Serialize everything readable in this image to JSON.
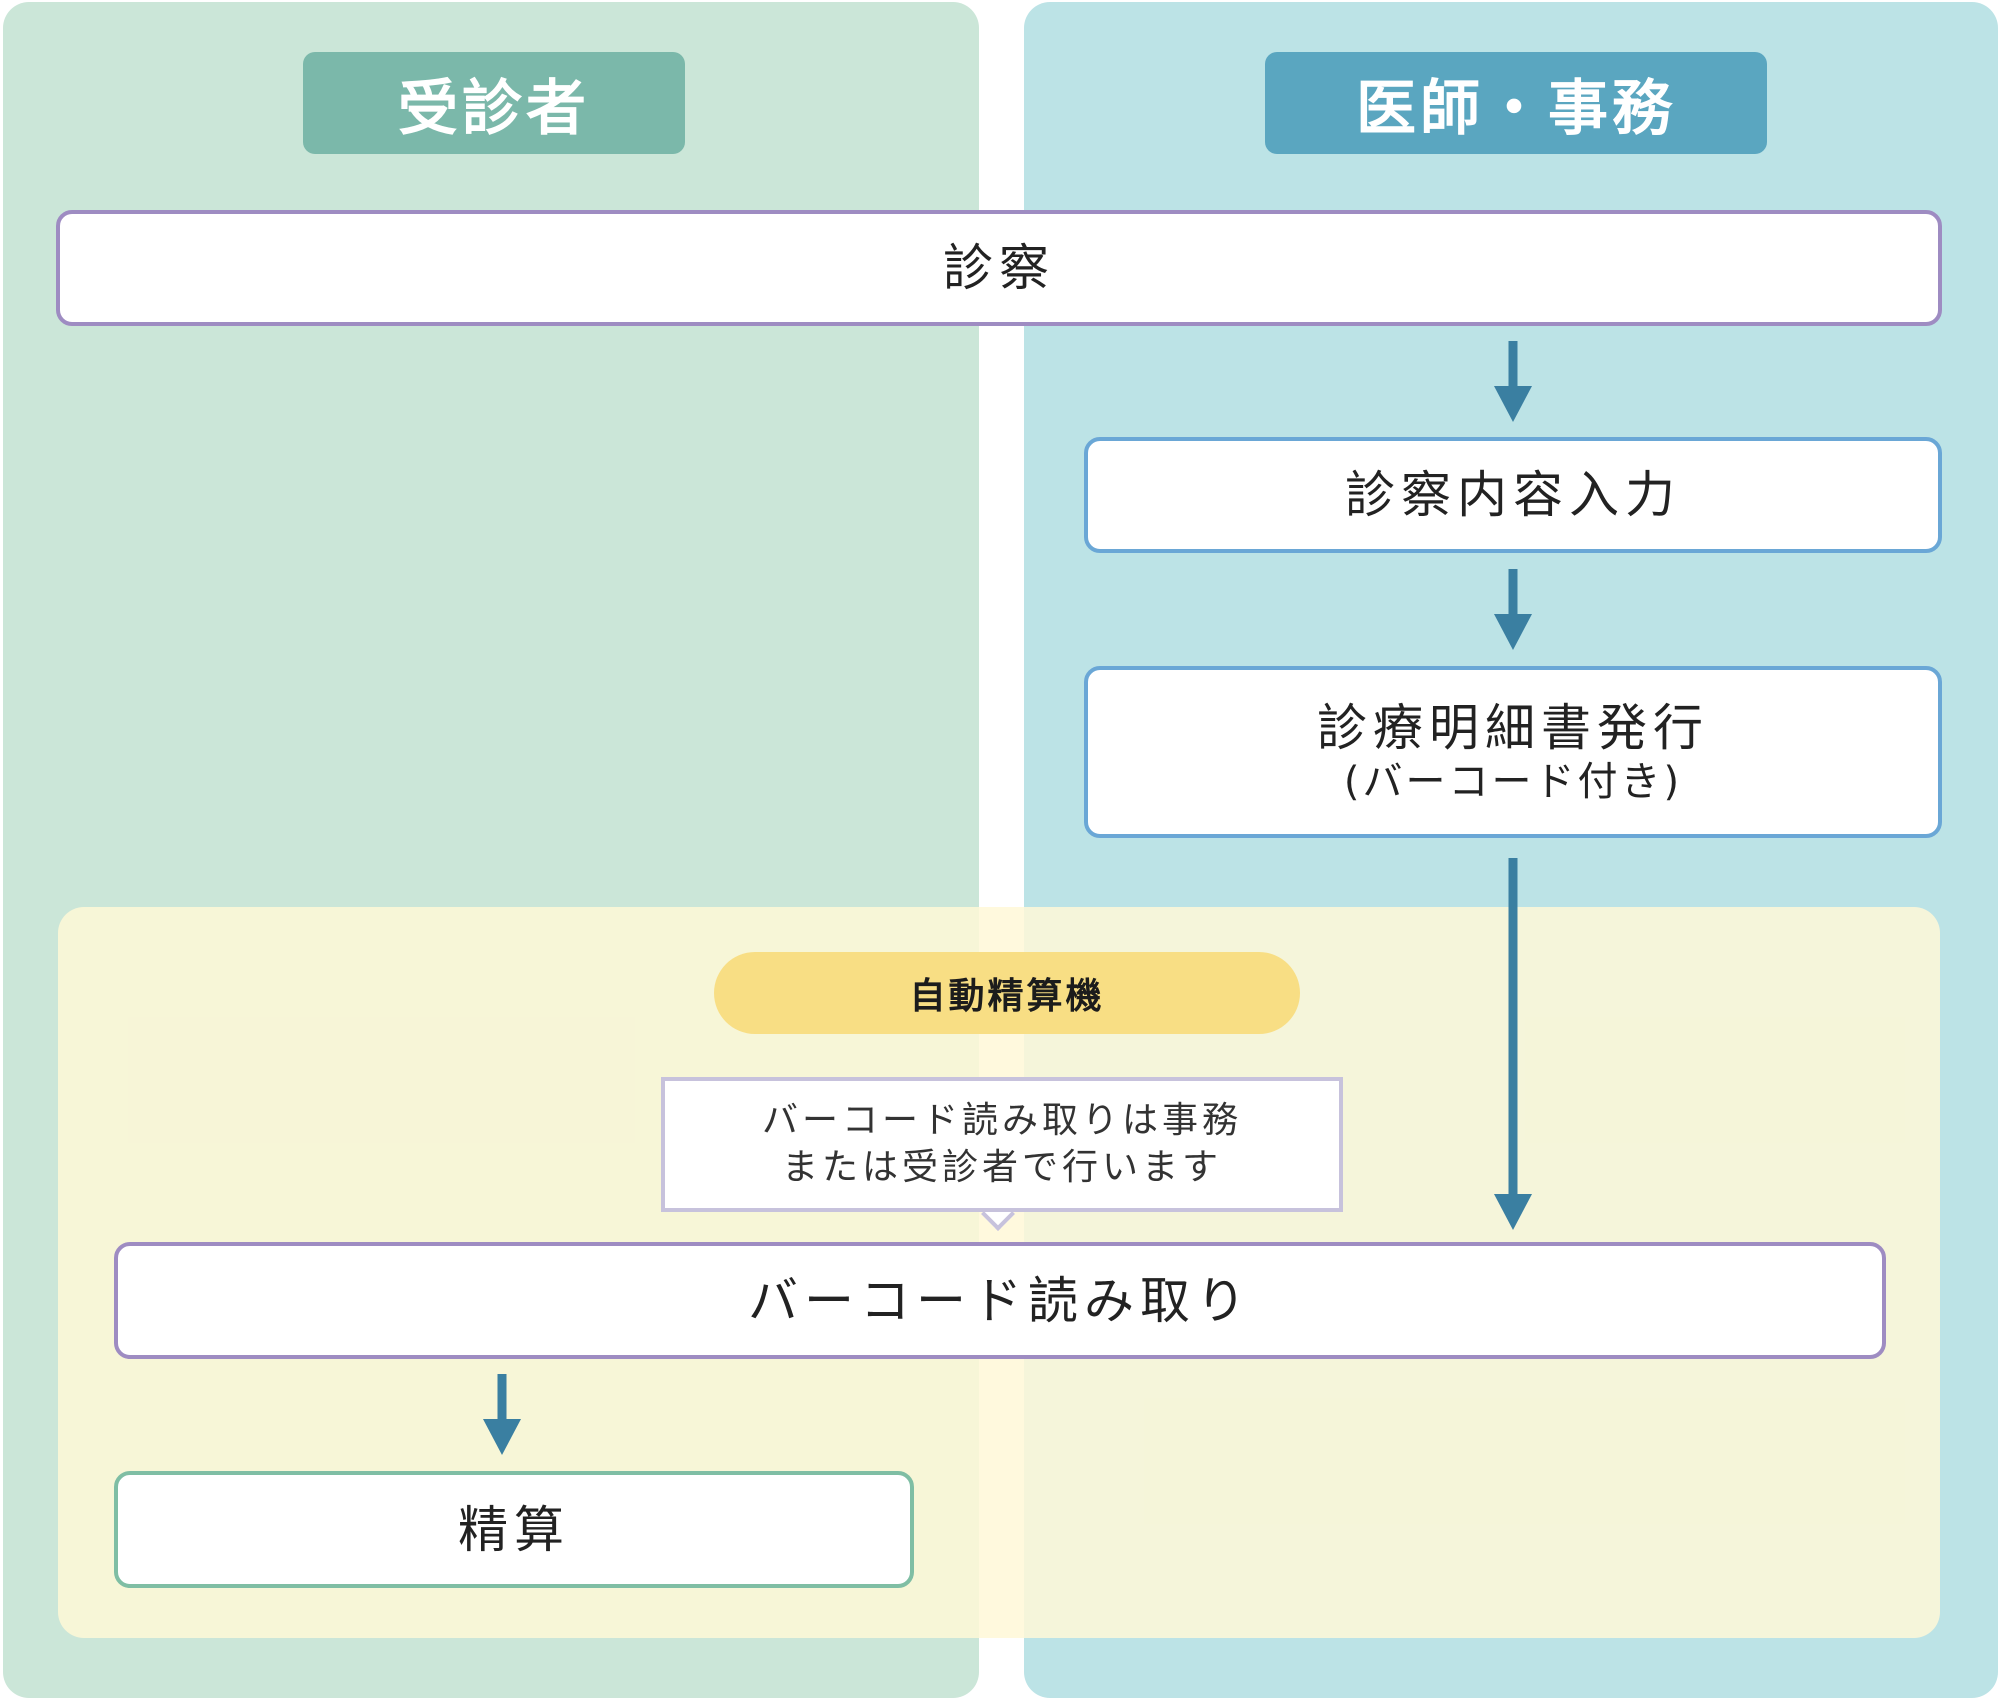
{
  "lanes": {
    "patient": {
      "title": "受診者",
      "color": "#cbe6d8",
      "title_color": "#7bb8aa"
    },
    "staff": {
      "title": "医師・事務",
      "color": "#bce3e6",
      "title_color": "#5aa6c0"
    }
  },
  "zone": {
    "label": "自動精算機",
    "color": "#fff6d4"
  },
  "steps": {
    "examination": "診察",
    "input": "診察内容入力",
    "statement": {
      "line1": "診療明細書発行",
      "line2": "(バーコード付き)"
    },
    "barcode_read": "バーコード読み取り",
    "payment": "精算"
  },
  "note": {
    "line1": "バーコード読み取りは事務",
    "line2": "または受診者で行います"
  },
  "colors": {
    "arrow": "#3a7fa1",
    "border_purple": "#9e8cc2",
    "border_blue": "#6aa7d6",
    "border_green": "#7fbea4"
  }
}
